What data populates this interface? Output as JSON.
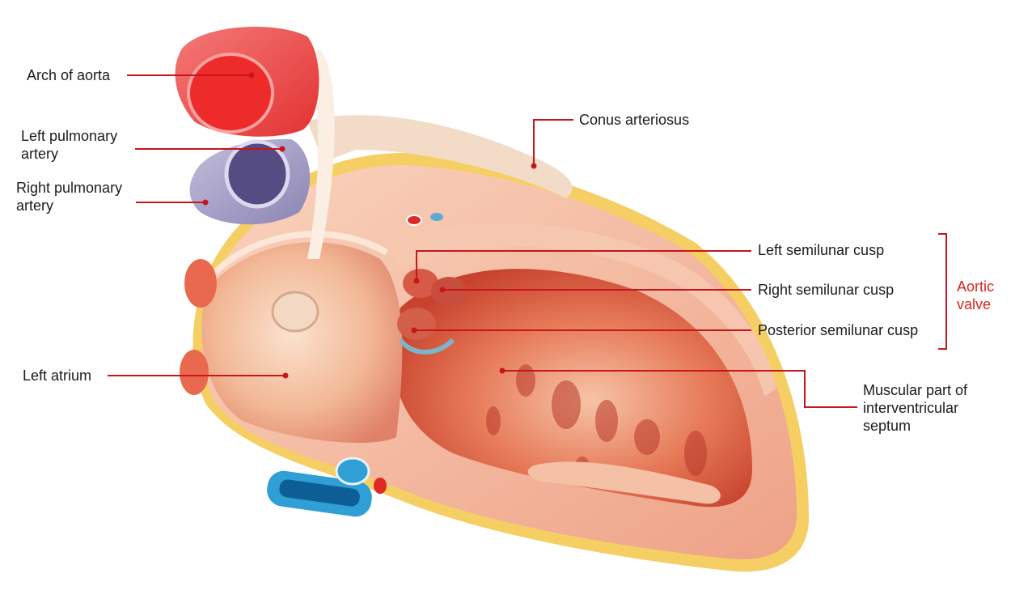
{
  "labels": {
    "arch_of_aorta": "Arch of aorta",
    "left_pulmonary_artery": [
      "Left pulmonary",
      "artery"
    ],
    "right_pulmonary_artery": [
      "Right pulmonary",
      "artery"
    ],
    "left_atrium": "Left atrium",
    "conus_arteriosus": "Conus arteriosus",
    "left_semilunar_cusp": "Left semilunar cusp",
    "right_semilunar_cusp": "Right semilunar cusp",
    "posterior_semilunar_cusp": "Posterior semilunar cusp",
    "aortic_valve": [
      "Aortic",
      "valve"
    ],
    "muscular_septum": [
      "Muscular part of",
      "interventricular",
      "septum"
    ]
  },
  "colors": {
    "leader_line": "#c8151b",
    "label_text": "#1b1b1b",
    "group_label": "#d9241c",
    "myocardium": "#f3b9a0",
    "cavity": "#d9563c",
    "aorta": "#ee3d3d",
    "pulmonary_artery": "#a8a2c8",
    "vein": "#2f9fd6",
    "fat": "#f6d86a"
  }
}
